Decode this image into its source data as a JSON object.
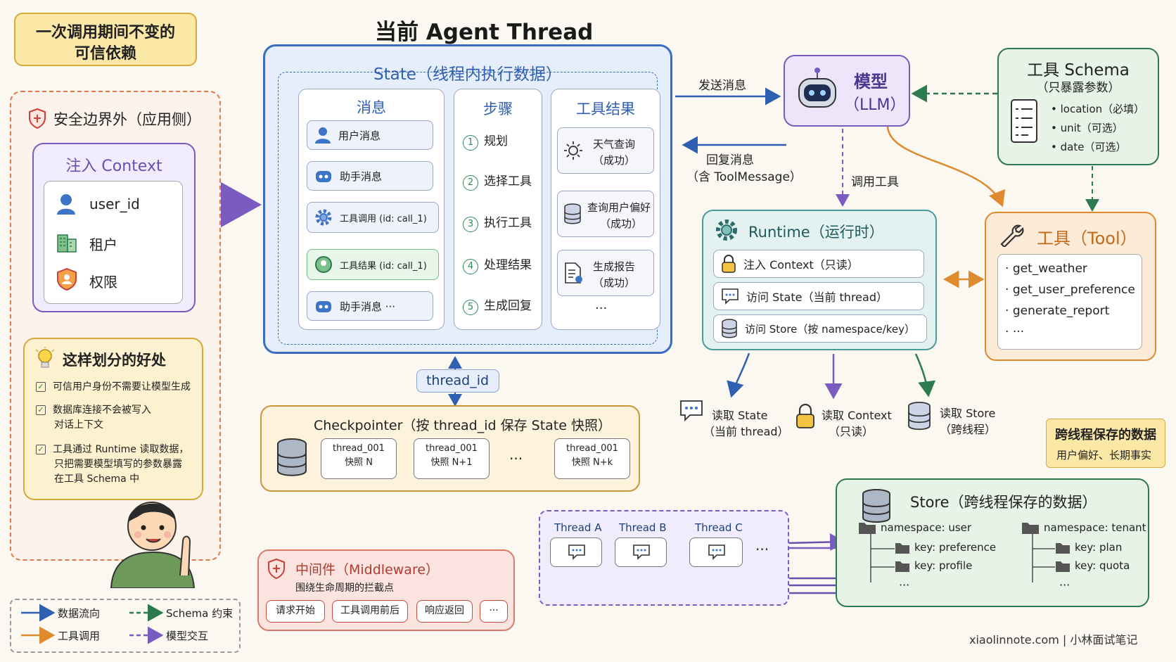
{
  "title": "当前 Agent Thread",
  "trust_note": {
    "line1": "一次调用期间不变的",
    "line2": "可信依赖"
  },
  "security": {
    "title": "安全边界外（应用侧）"
  },
  "context": {
    "title": "注入 Context",
    "items": [
      "user_id",
      "租户",
      "权限"
    ]
  },
  "benefits": {
    "title": "这样划分的好处",
    "items": [
      [
        "可信用户身份不需要让模型生成"
      ],
      [
        "数据库连接不会被写入",
        "对话上下文"
      ],
      [
        "工具通过 Runtime 读取数据，",
        "只把需要模型填写的参数暴露",
        "在工具 Schema 中"
      ]
    ]
  },
  "state": {
    "title": "State（线程内执行数据）",
    "messages": {
      "title": "消息",
      "items": [
        "用户消息",
        "助手消息",
        "工具调用 (id: call_1)",
        "工具结果 (id: call_1)",
        "助手消息 ···"
      ]
    },
    "steps": {
      "title": "步骤",
      "items": [
        [
          "1",
          "规划"
        ],
        [
          "2",
          "选择工具"
        ],
        [
          "3",
          "执行工具"
        ],
        [
          "4",
          "处理结果"
        ],
        [
          "5",
          "生成回复"
        ]
      ]
    },
    "tool_results": {
      "title": "工具结果",
      "items": [
        [
          "天气查询",
          "（成功）"
        ],
        [
          "查询用户偏好",
          "（成功）"
        ],
        [
          "生成报告",
          "（成功）"
        ]
      ],
      "more": "···"
    }
  },
  "thread_id": "thread_id",
  "checkpointer": {
    "title": "Checkpointer（按 thread_id 保存 State 快照）",
    "snapshots": [
      [
        "thread_001",
        "快照 N"
      ],
      [
        "thread_001",
        "快照 N+1"
      ],
      [
        "thread_001",
        "快照 N+k"
      ]
    ],
    "ellipsis": "···"
  },
  "middleware": {
    "title": "中间件（Middleware）",
    "subtitle": "围绕生命周期的拦截点",
    "items": [
      "请求开始",
      "工具调用前后",
      "响应返回",
      "···"
    ]
  },
  "legend": {
    "data_flow": "数据流向",
    "schema": "Schema 约束",
    "tool_call": "工具调用",
    "model_interaction": "模型交互"
  },
  "model": {
    "line1": "模型",
    "line2": "（LLM）"
  },
  "edges": {
    "send": "发送消息",
    "reply1": "回复消息",
    "reply2": "（含 ToolMessage）",
    "call_tool": "调用工具"
  },
  "schema": {
    "title": "工具 Schema",
    "subtitle": "（只暴露参数）",
    "params": [
      "location（必填）",
      "unit（可选）",
      "date（可选）"
    ]
  },
  "tool": {
    "title": "工具（Tool）",
    "items": [
      "get_weather",
      "get_user_preference",
      "generate_report",
      "···"
    ]
  },
  "runtime": {
    "title": "Runtime（运行时）",
    "items": [
      "注入 Context（只读）",
      "访问 State（当前 thread）",
      "访问 Store（按 namespace/key）"
    ]
  },
  "reads": [
    [
      "读取 State",
      "（当前 thread）"
    ],
    [
      "读取 Context",
      "（只读）"
    ],
    [
      "读取 Store",
      "（跨线程）"
    ]
  ],
  "cross_note": {
    "title": "跨线程保存的数据",
    "subtitle": "用户偏好、长期事实"
  },
  "threads": {
    "items": [
      "Thread A",
      "Thread B",
      "Thread C"
    ],
    "more": "···"
  },
  "store": {
    "title": "Store（跨线程保存的数据）",
    "ns_user": "namespace: user",
    "user_keys": [
      "key: preference",
      "key: profile"
    ],
    "ns_tenant": "namespace: tenant",
    "tenant_keys": [
      "key: plan",
      "key: quota"
    ],
    "more": "···"
  },
  "footer": "xiaolinnote.com | 小林面试笔记",
  "colors": {
    "blue": "#2f5fb0",
    "purple": "#7a5cc0",
    "orange": "#e08a2e",
    "green": "#2e7a4f",
    "red": "#d4583f",
    "gold": "#d0a72a"
  }
}
